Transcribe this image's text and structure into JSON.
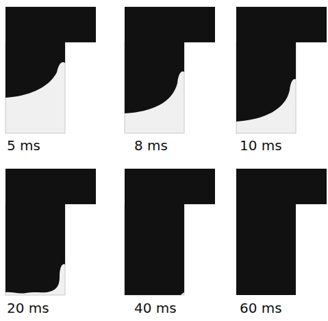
{
  "diagram": {
    "labels": [
      "5 ms",
      "8 ms",
      "10 ms",
      "20 ms",
      "40 ms",
      "60 ms"
    ]
  }
}
